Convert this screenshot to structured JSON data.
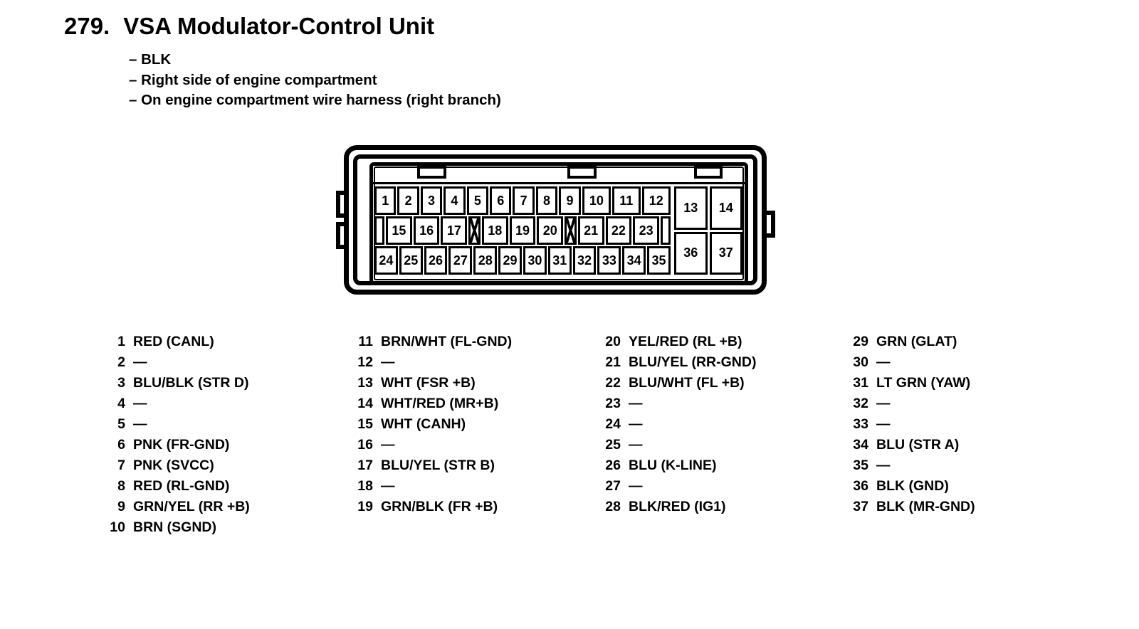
{
  "page": {
    "background": "#ffffff",
    "ink": "#000000"
  },
  "header": {
    "number": "279.",
    "title": "VSA Modulator-Control Unit",
    "notes": [
      "– BLK",
      "– Right side of engine compartment",
      "– On engine compartment wire harness (right branch)"
    ]
  },
  "connector": {
    "description": "37-pin connector face view, crossed cells are blocked cavities",
    "top_row": [
      "1",
      "2",
      "3",
      "4",
      "5",
      "6",
      "7",
      "8",
      "9",
      "10",
      "11",
      "12"
    ],
    "middle_row": [
      {
        "half": true
      },
      {
        "n": "15"
      },
      {
        "n": "16"
      },
      {
        "n": "17"
      },
      {
        "crossed": true
      },
      {
        "n": "18"
      },
      {
        "n": "19"
      },
      {
        "n": "20"
      },
      {
        "crossed": true
      },
      {
        "n": "21"
      },
      {
        "n": "22"
      },
      {
        "n": "23"
      },
      {
        "half": true
      }
    ],
    "bottom_row": [
      "24",
      "25",
      "26",
      "27",
      "28",
      "29",
      "30",
      "31",
      "32",
      "33",
      "34",
      "35"
    ],
    "right_block": [
      "13",
      "14",
      "36",
      "37"
    ]
  },
  "pin_list": {
    "columns": [
      {
        "pins": [
          {
            "n": "1",
            "desc": "RED (CANL)"
          },
          {
            "n": "2",
            "desc": "—"
          },
          {
            "n": "3",
            "desc": "BLU/BLK (STR D)"
          },
          {
            "n": "4",
            "desc": "—"
          },
          {
            "n": "5",
            "desc": "—"
          },
          {
            "n": "6",
            "desc": "PNK (FR-GND)"
          },
          {
            "n": "7",
            "desc": "PNK (SVCC)"
          },
          {
            "n": "8",
            "desc": "RED (RL-GND)"
          },
          {
            "n": "9",
            "desc": "GRN/YEL (RR +B)"
          },
          {
            "n": "10",
            "desc": "BRN (SGND)"
          }
        ]
      },
      {
        "pins": [
          {
            "n": "11",
            "desc": "BRN/WHT (FL-GND)"
          },
          {
            "n": "12",
            "desc": "—"
          },
          {
            "n": "13",
            "desc": "WHT (FSR +B)"
          },
          {
            "n": "14",
            "desc": "WHT/RED (MR+B)"
          },
          {
            "n": "15",
            "desc": "WHT (CANH)"
          },
          {
            "n": "16",
            "desc": "—"
          },
          {
            "n": "17",
            "desc": "BLU/YEL (STR B)"
          },
          {
            "n": "18",
            "desc": "—"
          },
          {
            "n": "19",
            "desc": "GRN/BLK (FR +B)"
          }
        ]
      },
      {
        "pins": [
          {
            "n": "20",
            "desc": "YEL/RED (RL +B)"
          },
          {
            "n": "21",
            "desc": "BLU/YEL (RR-GND)"
          },
          {
            "n": "22",
            "desc": "BLU/WHT (FL +B)"
          },
          {
            "n": "23",
            "desc": "—"
          },
          {
            "n": "24",
            "desc": "—"
          },
          {
            "n": "25",
            "desc": "—"
          },
          {
            "n": "26",
            "desc": "BLU (K-LINE)"
          },
          {
            "n": "27",
            "desc": "—"
          },
          {
            "n": "28",
            "desc": "BLK/RED (IG1)"
          }
        ]
      },
      {
        "pins": [
          {
            "n": "29",
            "desc": "GRN (GLAT)"
          },
          {
            "n": "30",
            "desc": "—"
          },
          {
            "n": "31",
            "desc": "LT GRN (YAW)"
          },
          {
            "n": "32",
            "desc": "—"
          },
          {
            "n": "33",
            "desc": "—"
          },
          {
            "n": "34",
            "desc": "BLU (STR A)"
          },
          {
            "n": "35",
            "desc": "—"
          },
          {
            "n": "36",
            "desc": "BLK (GND)"
          },
          {
            "n": "37",
            "desc": "BLK (MR-GND)"
          }
        ]
      }
    ]
  }
}
